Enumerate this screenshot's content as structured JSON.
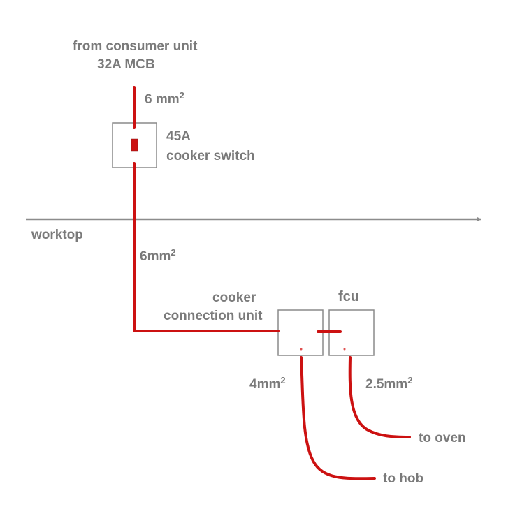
{
  "colors": {
    "cable": "#cc1111",
    "text": "#7a7a7a",
    "box_stroke": "#8a8a8a",
    "worktop_line": "#8c8c8c"
  },
  "labels": {
    "supply_line1": "from consumer unit",
    "supply_line2": "32A MCB",
    "cable_top": "6 mm",
    "cable_top_sup": "2",
    "switch_line1": "45A",
    "switch_line2": "cooker switch",
    "worktop": "worktop",
    "cable_mid": "6mm",
    "cable_mid_sup": "2",
    "ccu_line1": "cooker",
    "ccu_line2": "connection unit",
    "fcu": "fcu",
    "cable_hob": "4mm",
    "cable_hob_sup": "2",
    "cable_oven": "2.5mm",
    "cable_oven_sup": "2",
    "to_oven": "to oven",
    "to_hob": "to hob"
  }
}
